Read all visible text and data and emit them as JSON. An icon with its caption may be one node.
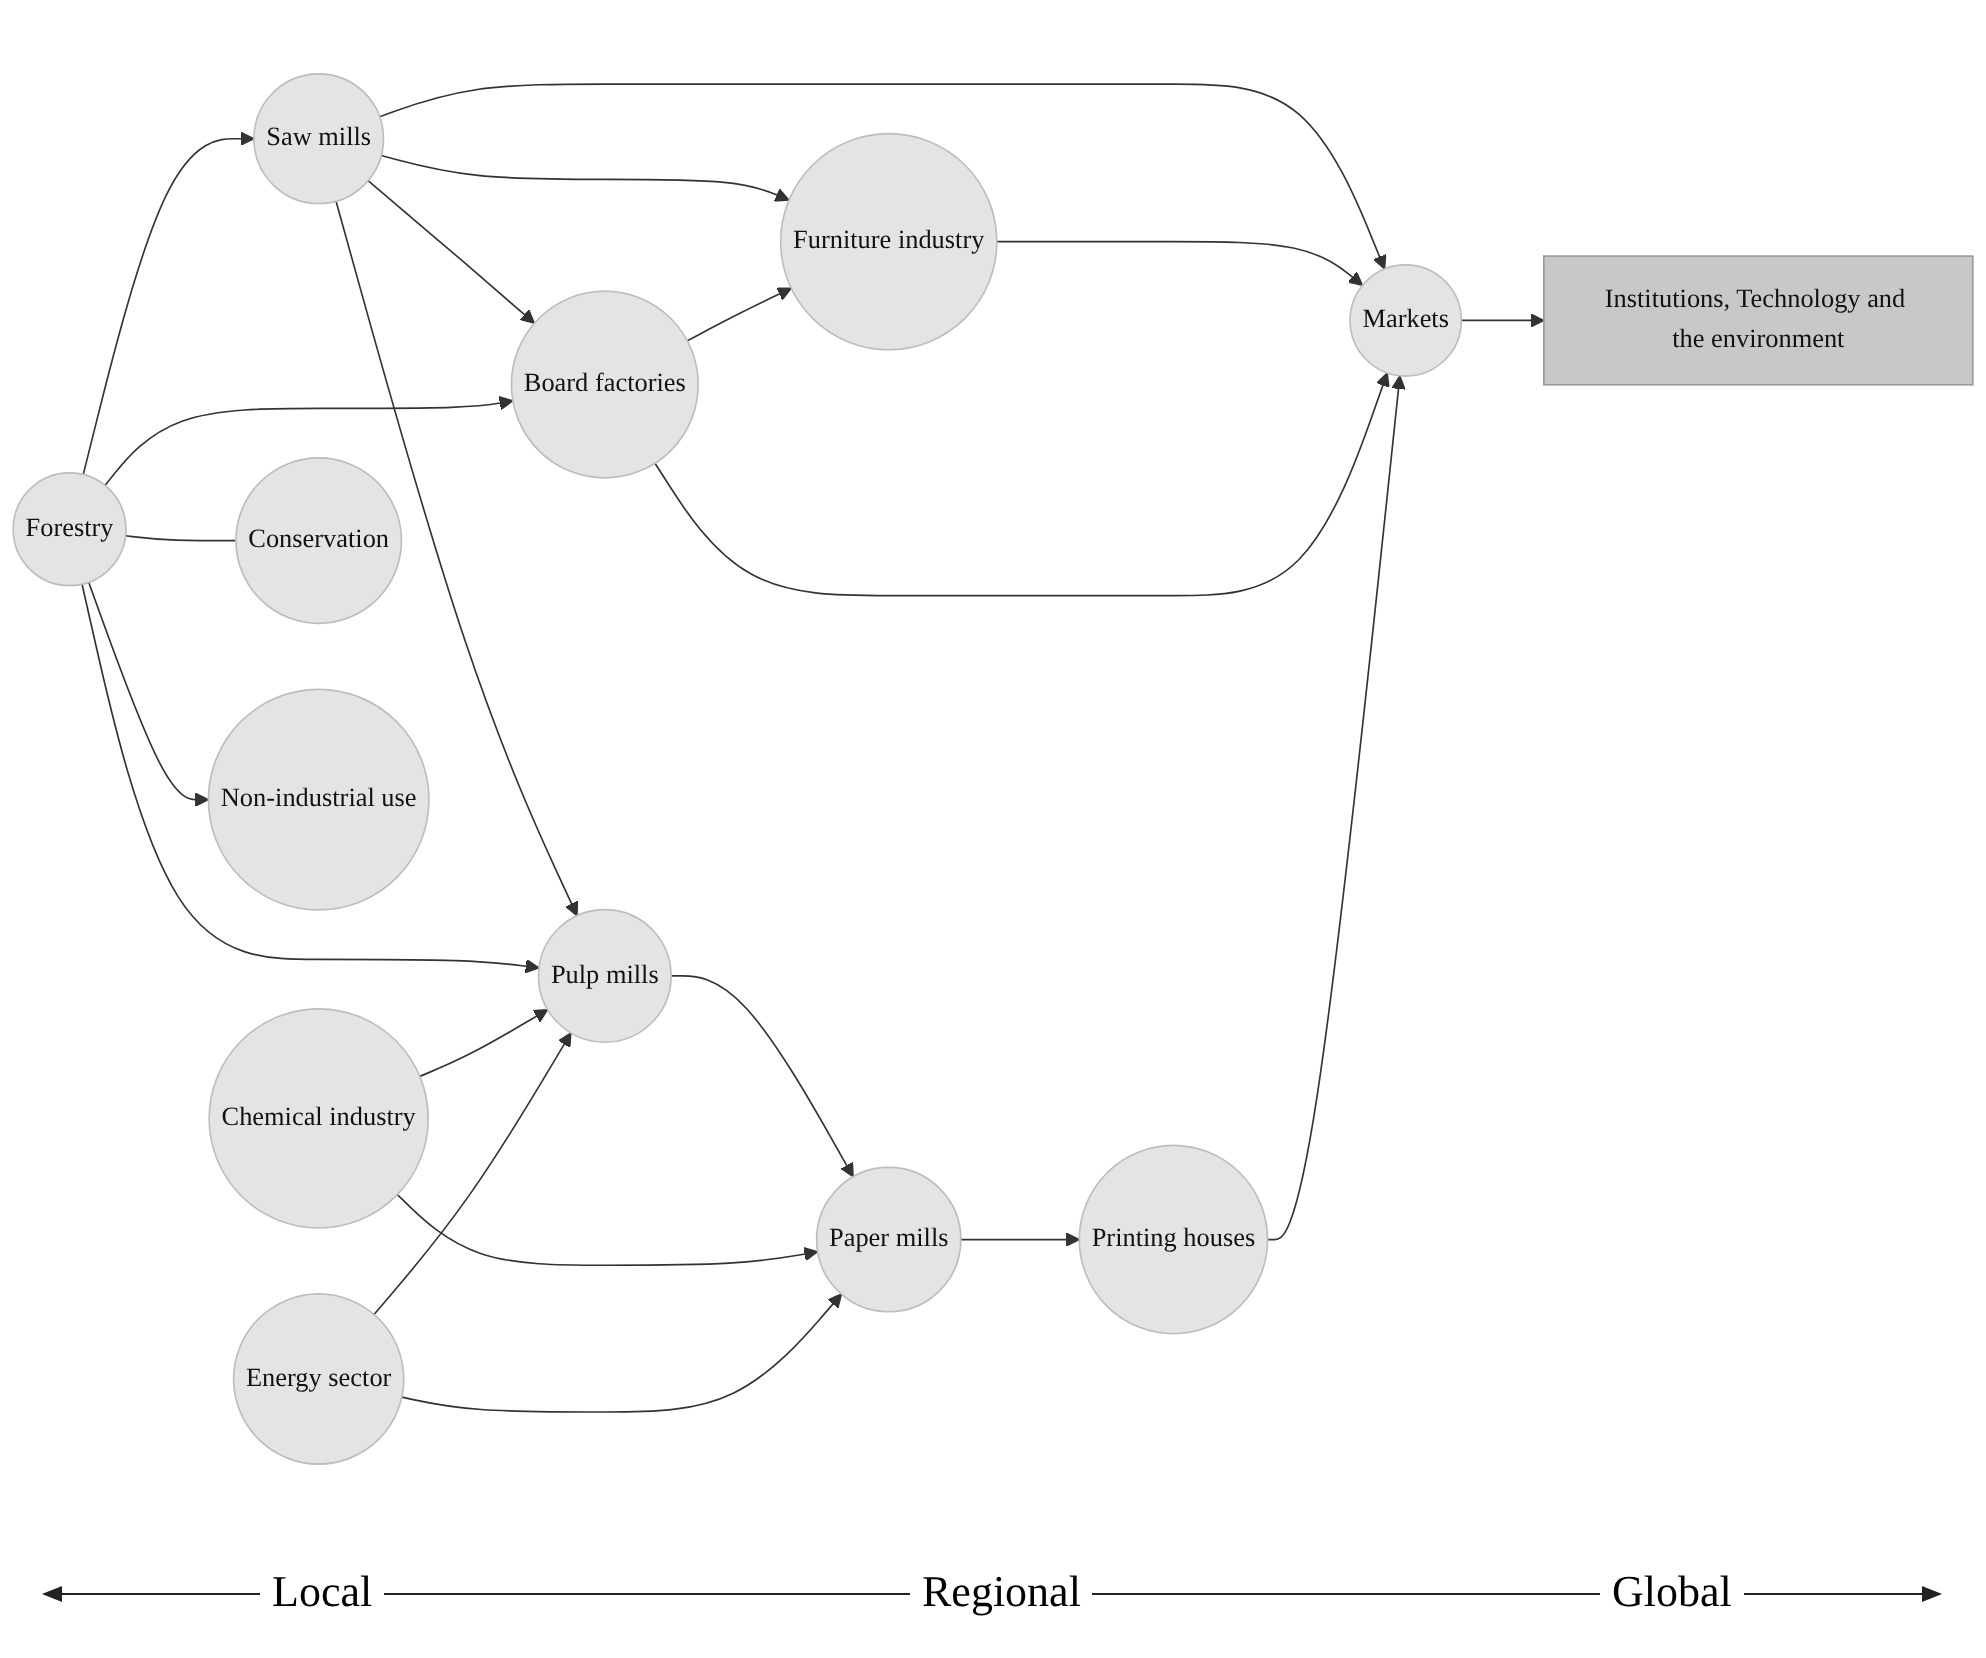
{
  "diagram": {
    "nodes": [
      {
        "text": [
          "Furniture industry"
        ]
      },
      {
        "text": [
          "Saw mills"
        ]
      },
      {
        "text": [
          "Markets"
        ]
      },
      {
        "text": [
          "Board factories"
        ]
      },
      {
        "text": [
          "Forestry"
        ]
      },
      {
        "text": [
          "Pulp mills"
        ]
      },
      {
        "text": [
          "Paper mills"
        ]
      },
      {
        "text": [
          "Printing houses"
        ]
      },
      {
        "text": [
          "Non-industrial use"
        ]
      },
      {
        "text": [
          "Chemical industry"
        ]
      },
      {
        "text": [
          "Energy sector"
        ]
      },
      {
        "text": [
          "Conservation"
        ]
      },
      {
        "text": [
          "Institutions, Technology and the environment"
        ]
      }
    ],
    "edges": [
      {
        "from": 1,
        "to": 0,
        "arrow": "to"
      },
      {
        "from": 1,
        "to": 2,
        "arrow": "to"
      },
      {
        "from": 0,
        "to": 2,
        "arrow": "to"
      },
      {
        "from": 1,
        "to": 3,
        "arrow": "to"
      },
      {
        "from": 1,
        "to": 5,
        "arrow": "to"
      },
      {
        "from": 3,
        "to": 0,
        "arrow": "to"
      },
      {
        "from": 3,
        "to": 2,
        "arrow": "to"
      },
      {
        "from": 4,
        "to": 1,
        "arrow": "to"
      },
      {
        "from": 4,
        "to": 3,
        "arrow": "to"
      },
      {
        "from": 4,
        "to": 5,
        "arrow": "to"
      },
      {
        "from": 4,
        "to": 8,
        "arrow": "to"
      },
      {
        "from": 4,
        "to": 11,
        "arrow": "none"
      },
      {
        "from": 5,
        "to": 6,
        "arrow": "to"
      },
      {
        "from": 6,
        "to": 7,
        "arrow": "to"
      },
      {
        "from": 7,
        "to": 2,
        "arrow": "to"
      },
      {
        "from": 9,
        "to": 5,
        "arrow": "to"
      },
      {
        "from": 9,
        "to": 6,
        "arrow": "to"
      },
      {
        "from": 10,
        "to": 5,
        "arrow": "to"
      },
      {
        "from": 10,
        "to": 6,
        "arrow": "to"
      },
      {
        "from": 2,
        "to": 12,
        "arrow": "to"
      }
    ],
    "labels": [
      "Local",
      "Regional",
      "Global"
    ]
  }
}
